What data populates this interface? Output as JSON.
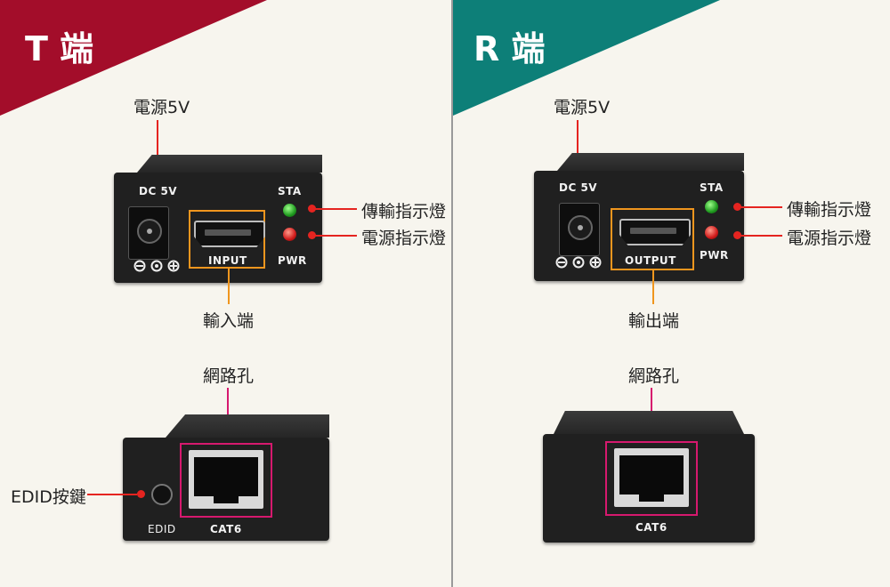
{
  "colors": {
    "transmitter_banner": "#a30d2a",
    "receiver_banner": "#0d7f78",
    "callout_red": "#e52420",
    "highlight_orange": "#f0961e",
    "highlight_magenta": "#d6196e"
  },
  "transmitter": {
    "banner": "T 端",
    "power_callout": "電源5V",
    "sta_callout": "傳輸指示燈",
    "pwr_callout": "電源指示燈",
    "port_callout": "輸入端",
    "network_callout": "網路孔",
    "edid_callout": "EDID按鍵",
    "front_panel": {
      "dc_label": "DC 5V",
      "sta_label": "STA",
      "pwr_label": "PWR",
      "port_label": "INPUT"
    },
    "back_panel": {
      "edid_label": "EDID",
      "cat_label": "CAT6"
    }
  },
  "receiver": {
    "banner": "R 端",
    "power_callout": "電源5V",
    "sta_callout": "傳輸指示燈",
    "pwr_callout": "電源指示燈",
    "port_callout": "輸出端",
    "network_callout": "網路孔",
    "front_panel": {
      "dc_label": "DC 5V",
      "sta_label": "STA",
      "pwr_label": "PWR",
      "port_label": "OUTPUT"
    },
    "back_panel": {
      "cat_label": "CAT6"
    }
  }
}
